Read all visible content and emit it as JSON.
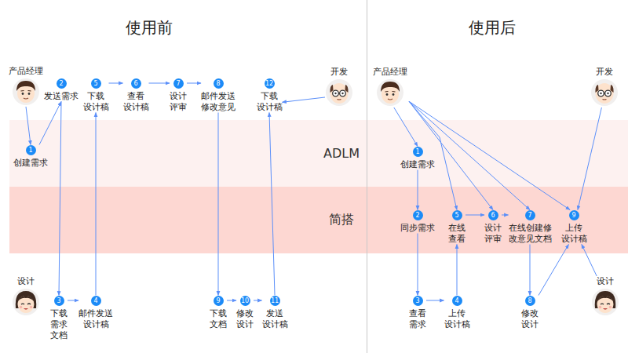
{
  "diagram": {
    "nodes": [
      {
        "text": [
          "ADLM"
        ]
      },
      {
        "text": [
          "简搭"
        ]
      },
      {
        "text": [
          "产品经理"
        ]
      },
      {
        "text": [
          "2",
          "发送需求"
        ]
      },
      {
        "text": [
          "5",
          "下载 设计稿"
        ]
      },
      {
        "text": [
          "6",
          "查看 设计稿"
        ]
      },
      {
        "text": [
          "7",
          "设计 评审"
        ]
      },
      {
        "text": [
          "8",
          "邮件发送 修改意见"
        ]
      },
      {
        "text": [
          "12",
          "下载 设计稿"
        ]
      },
      {
        "text": [
          "开发"
        ]
      },
      {
        "text": [
          "1",
          "创建需求"
        ],
        "in": 0
      },
      {
        "text": [
          "设计"
        ]
      },
      {
        "text": [
          "3",
          "下载 需求 文档"
        ]
      },
      {
        "text": [
          "4",
          "邮件发送 设计稿"
        ]
      },
      {
        "text": [
          "9",
          "下载 文档"
        ]
      },
      {
        "text": [
          "10",
          "修改 设计"
        ]
      },
      {
        "text": [
          "11",
          "发送 设计稿"
        ]
      },
      {
        "text": [
          "产品经理"
        ]
      },
      {
        "text": [
          "开发"
        ]
      },
      {
        "text": [
          "1",
          "创建需求"
        ],
        "in": 0
      },
      {
        "text": [
          "2",
          "同步需求"
        ],
        "in": 1
      },
      {
        "text": [
          "5",
          "在线 查看"
        ],
        "in": 1
      },
      {
        "text": [
          "6",
          "设计 评审"
        ],
        "in": 1
      },
      {
        "text": [
          "7",
          "在线创建修 改意见文档"
        ],
        "in": 1
      },
      {
        "text": [
          "9",
          "上传 设计稿"
        ],
        "in": 1
      },
      {
        "text": [
          "设计"
        ]
      },
      {
        "text": [
          "3",
          "查看 需求"
        ]
      },
      {
        "text": [
          "4",
          "上传 设计稿"
        ]
      },
      {
        "text": [
          "8",
          "修改 设计"
        ]
      }
    ],
    "edges": [
      {
        "from": 2,
        "to": 10,
        "arrow": "to"
      },
      {
        "from": 10,
        "to": 3,
        "arrow": "to"
      },
      {
        "from": 3,
        "to": 12,
        "arrow": "to"
      },
      {
        "from": 12,
        "to": 13,
        "arrow": "to"
      },
      {
        "from": 13,
        "to": 4,
        "arrow": "to"
      },
      {
        "from": 4,
        "to": 5,
        "arrow": "to"
      },
      {
        "from": 5,
        "to": 6,
        "arrow": "to"
      },
      {
        "from": 6,
        "to": 7,
        "arrow": "to"
      },
      {
        "from": 7,
        "to": 14,
        "arrow": "to"
      },
      {
        "from": 14,
        "to": 15,
        "arrow": "to"
      },
      {
        "from": 15,
        "to": 16,
        "arrow": "to"
      },
      {
        "from": 16,
        "to": 8,
        "arrow": "to"
      },
      {
        "from": 9,
        "to": 8,
        "arrow": "to"
      },
      {
        "from": 17,
        "to": 19,
        "arrow": "to"
      },
      {
        "from": 17,
        "to": 21,
        "arrow": "to"
      },
      {
        "from": 17,
        "to": 22,
        "arrow": "to"
      },
      {
        "from": 17,
        "to": 23,
        "arrow": "to"
      },
      {
        "from": 17,
        "to": 24,
        "arrow": "to"
      },
      {
        "from": 19,
        "to": 20,
        "arrow": "to"
      },
      {
        "from": 20,
        "to": 26,
        "arrow": "to"
      },
      {
        "from": 26,
        "to": 27,
        "arrow": "to"
      },
      {
        "from": 27,
        "to": 21,
        "arrow": "to"
      },
      {
        "from": 21,
        "to": 22,
        "arrow": "to"
      },
      {
        "from": 22,
        "to": 23,
        "arrow": "to"
      },
      {
        "from": 23,
        "to": 28,
        "arrow": "to"
      },
      {
        "from": 28,
        "to": 24,
        "arrow": "to"
      },
      {
        "from": 25,
        "to": 24,
        "arrow": "to"
      },
      {
        "from": 18,
        "to": 24,
        "arrow": "to"
      }
    ],
    "labels": [
      "使用前",
      "使用后"
    ]
  }
}
